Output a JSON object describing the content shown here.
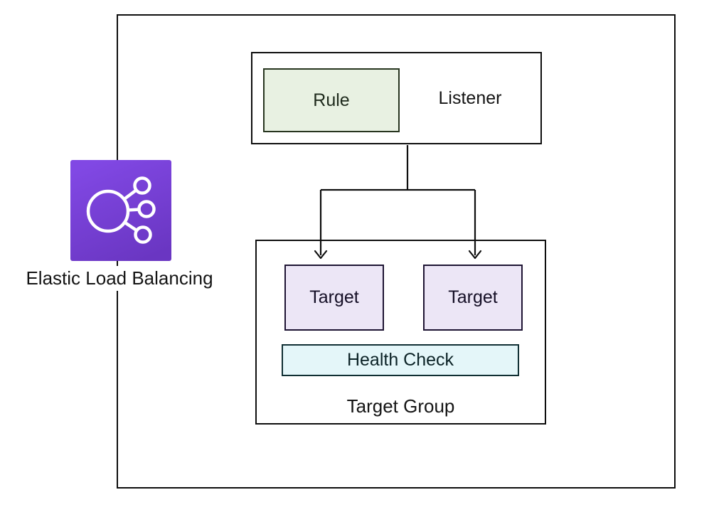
{
  "diagram": {
    "elb_label": "Elastic Load Balancing",
    "listener": {
      "label": "Listener",
      "rule_label": "Rule"
    },
    "target_group": {
      "label": "Target Group",
      "targets": [
        "Target",
        "Target"
      ],
      "health_check_label": "Health Check"
    },
    "icons": [
      {
        "name": "elastic-load-balancing-icon",
        "shape": "load-balancer-node-with-three-branches"
      },
      {
        "name": "down-arrow-icon",
        "count": 2
      }
    ]
  },
  "colors": {
    "rule_fill": "#E8F1E2",
    "rule_border": "#27351F",
    "rule_text": "#1E2A1C",
    "target_fill": "#ECE6F6",
    "target_border": "#1E1433",
    "target_text": "#150F26",
    "health_fill": "#E4F6F9",
    "health_border": "#102F33",
    "health_text": "#0C2327",
    "line": "#0E0E0E",
    "text": "#141414",
    "icon_grad_top": "#8148E4",
    "icon_grad_bottom": "#6A36C2"
  }
}
